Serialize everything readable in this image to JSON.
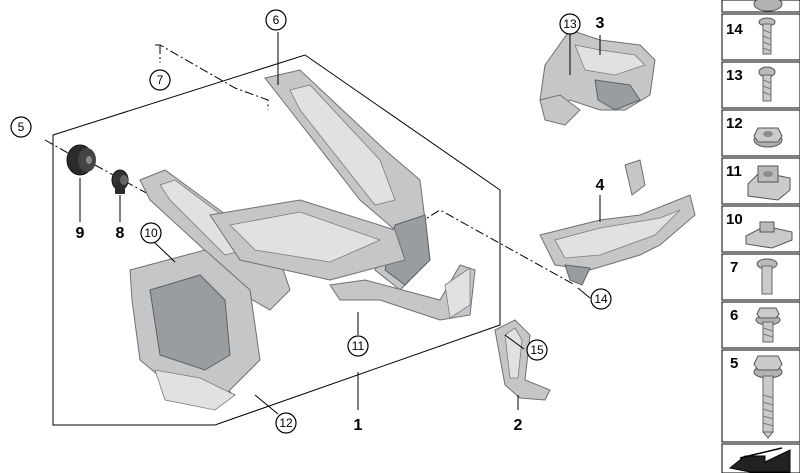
{
  "callouts": {
    "c5": "5",
    "c6": "6",
    "c7": "7",
    "c10": "10",
    "c11": "11",
    "c12": "12",
    "c13": "13",
    "c14": "14",
    "c15": "15"
  },
  "labels": {
    "l1": "1",
    "l2": "2",
    "l3": "3",
    "l4": "4",
    "l8": "8",
    "l9": "9"
  },
  "legend": {
    "items": [
      {
        "id": "14",
        "icon": "torx-screw-icon"
      },
      {
        "id": "13",
        "icon": "torx-screw-icon"
      },
      {
        "id": "12",
        "icon": "hex-nut-icon"
      },
      {
        "id": "11",
        "icon": "square-cage-nut-icon"
      },
      {
        "id": "10",
        "icon": "spring-nut-clip-icon"
      },
      {
        "id": "7",
        "icon": "torx-bolt-icon"
      },
      {
        "id": "6",
        "icon": "hex-bolt-washer-icon"
      },
      {
        "id": "5",
        "icon": "long-hex-bolt-icon"
      }
    ]
  },
  "colors": {
    "part_gray": "#c4c6c8",
    "part_dark": "#9a9da0",
    "outline": "#000000"
  }
}
